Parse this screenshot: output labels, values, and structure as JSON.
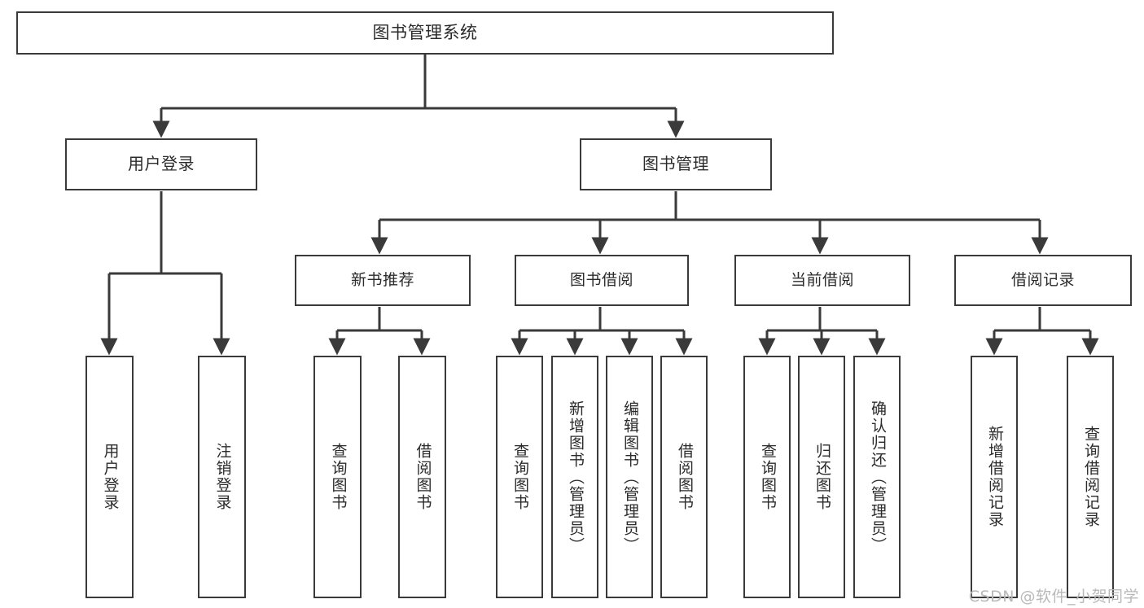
{
  "diagram": {
    "title": "图书管理系统",
    "type": "tree-hierarchy",
    "root": {
      "label": "图书管理系统"
    },
    "level2": [
      {
        "label": "用户登录"
      },
      {
        "label": "图书管理"
      }
    ],
    "level3": [
      {
        "label": "新书推荐"
      },
      {
        "label": "图书借阅"
      },
      {
        "label": "当前借阅"
      },
      {
        "label": "借阅记录"
      }
    ],
    "leaves": {
      "user_login": [
        {
          "label": "用户登录"
        },
        {
          "label": "注销登录"
        }
      ],
      "new_book_recommend": [
        {
          "label": "查询图书"
        },
        {
          "label": "借阅图书"
        }
      ],
      "book_borrow": [
        {
          "label": "查询图书"
        },
        {
          "label": "新增图书（管理员）"
        },
        {
          "label": "编辑图书（管理员）"
        },
        {
          "label": "借阅图书"
        }
      ],
      "current_borrow": [
        {
          "label": "查询图书"
        },
        {
          "label": "归还图书"
        },
        {
          "label": "确认归还（管理员）"
        }
      ],
      "borrow_record": [
        {
          "label": "新增借阅记录"
        },
        {
          "label": "查询借阅记录"
        }
      ]
    }
  },
  "watermark": {
    "text": "CSDN @软件_小贺同学"
  },
  "colors": {
    "background": "#ffffff",
    "box_fill": "#ffffff",
    "box_stroke": "#3a3a3a",
    "connector": "#3a3a3a",
    "text": "#2b2b2b",
    "watermark": "#b9b9b9"
  }
}
